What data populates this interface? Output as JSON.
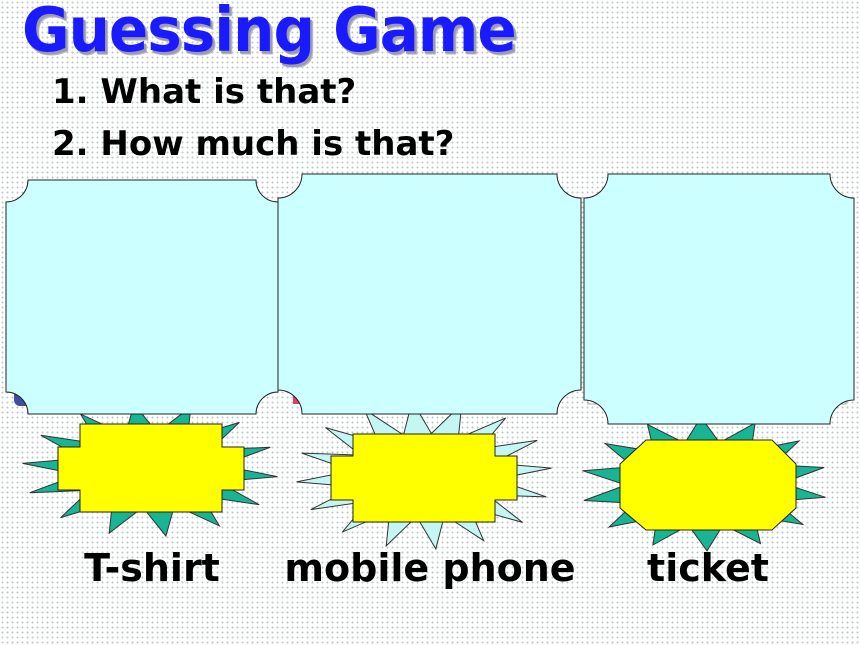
{
  "header": {
    "title": "Guessing Game"
  },
  "questions": [
    {
      "text": "1. What is that?"
    },
    {
      "text": "2. How much is that?"
    }
  ],
  "cards": [
    {
      "label": "T-shirt",
      "burst_color": "#19b494"
    },
    {
      "label": "mobile phone",
      "burst_color": "#c4f6f4"
    },
    {
      "label": "ticket",
      "burst_color": "#19b494"
    }
  ],
  "colors": {
    "title": "#1a1aff",
    "panel_fill": "#ccffff",
    "plaque_fill": "#ffff00",
    "peek_red": "#e04060"
  }
}
